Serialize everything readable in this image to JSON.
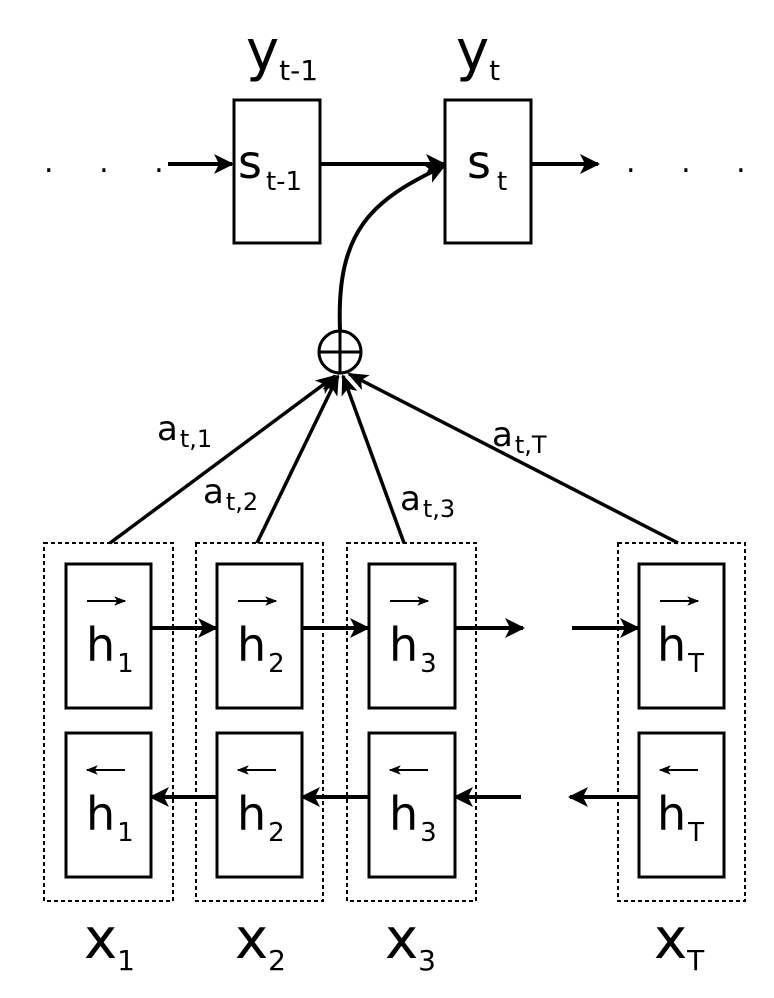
{
  "decoder": {
    "y_prev": {
      "base": "y",
      "sub": "t-1"
    },
    "y_curr": {
      "base": "y",
      "sub": "t"
    },
    "s_prev": {
      "base": "s",
      "sub": "t-1"
    },
    "s_curr": {
      "base": "s",
      "sub": "t"
    },
    "ellipsis_left": ". . .",
    "ellipsis_right": ". . ."
  },
  "combine_symbol": "⊕",
  "weights": [
    {
      "base": "a",
      "sub": "t,1"
    },
    {
      "base": "a",
      "sub": "t,2"
    },
    {
      "base": "a",
      "sub": "t,3"
    },
    {
      "base": "a",
      "sub": "t,T"
    }
  ],
  "encoder": [
    {
      "fwd": {
        "base": "h",
        "sub": "1"
      },
      "bwd": {
        "base": "h",
        "sub": "1"
      },
      "x": {
        "base": "x",
        "sub": "1"
      }
    },
    {
      "fwd": {
        "base": "h",
        "sub": "2"
      },
      "bwd": {
        "base": "h",
        "sub": "2"
      },
      "x": {
        "base": "x",
        "sub": "2"
      }
    },
    {
      "fwd": {
        "base": "h",
        "sub": "3"
      },
      "bwd": {
        "base": "h",
        "sub": "3"
      },
      "x": {
        "base": "x",
        "sub": "3"
      }
    },
    {
      "fwd": {
        "base": "h",
        "sub": "T"
      },
      "bwd": {
        "base": "h",
        "sub": "T"
      },
      "x": {
        "base": "x",
        "sub": "T"
      }
    }
  ]
}
